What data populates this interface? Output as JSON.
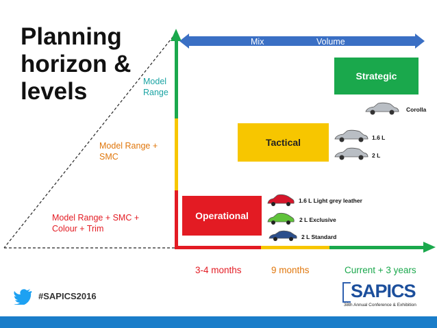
{
  "title": "Planning\nhorizon &\nlevels",
  "left_labels": {
    "model_range": "Model\nRange",
    "model_range_smc": "Model Range +\nSMC",
    "model_range_smc_colour": "Model Range + SMC +\nColour + Trim"
  },
  "arrow": {
    "left": "Mix",
    "right": "Volume"
  },
  "levels": {
    "strategic": "Strategic",
    "tactical": "Tactical",
    "operational": "Operational"
  },
  "cars": {
    "corolla": "Corolla",
    "l16": "1.6 L",
    "l2": "2 L",
    "light_grey": "1.6 L Light grey leather",
    "exclusive": "2 L Exclusive",
    "standard": "2 L Standard"
  },
  "time_axis": {
    "t1": "3-4 months",
    "t2": "9 months",
    "t3": "Current + 3 years"
  },
  "footer": {
    "hashtag": "#SAPICS2016",
    "brand": "SAPICS",
    "subtitle": "38th Annual Conference & Exhibition"
  },
  "colors": {
    "red": "#e31b23",
    "green": "#1aa84c",
    "yellow": "#f7c600",
    "blue": "#3a6fc4",
    "orange": "#e0760b",
    "teal": "#19a3a3",
    "twitter": "#1da1f2"
  }
}
